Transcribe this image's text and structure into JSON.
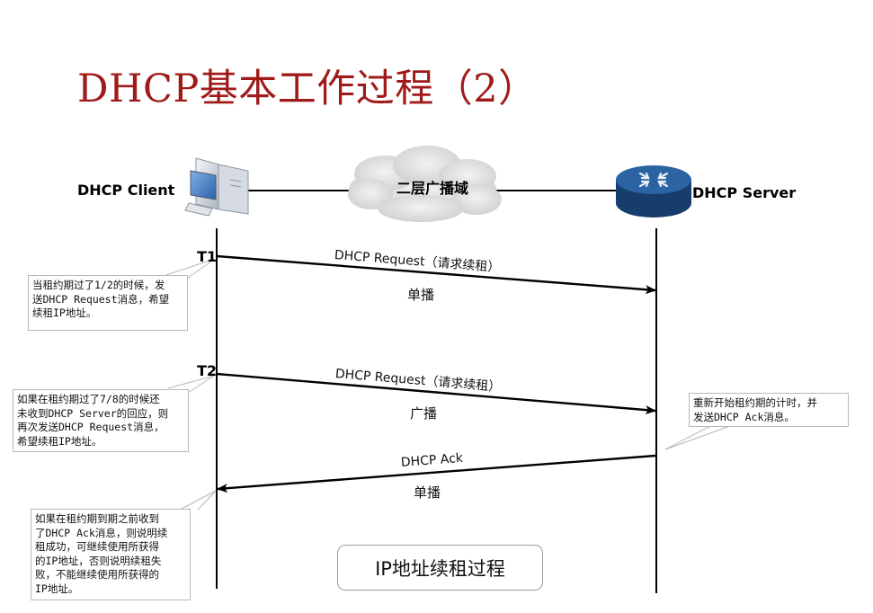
{
  "title": "DHCP基本工作过程（2）",
  "client": {
    "label": "DHCP Client"
  },
  "server": {
    "label": "DHCP Server"
  },
  "network": {
    "label": "二层广播域"
  },
  "times": {
    "t1": "T1",
    "t2": "T2"
  },
  "messages": [
    {
      "label": "DHCP Request（请求续租）",
      "cast": "单播"
    },
    {
      "label": "DHCP Request（请求续租）",
      "cast": "广播"
    },
    {
      "label": "DHCP Ack",
      "cast": "单播"
    }
  ],
  "notes": {
    "t1": [
      "当租约期过了1/2的时候，发",
      "送DHCP Request消息，希望",
      "续租IP地址。"
    ],
    "t2": [
      "如果在租约期过了7/8的时候还",
      "未收到DHCP Server的回应，则",
      "再次发送DHCP Request消息，",
      "希望续租IP地址。"
    ],
    "server": [
      "重新开始租约期的计时，并",
      "发送DHCP Ack消息。"
    ],
    "ack": [
      "如果在租约期到期之前收到",
      "了DHCP Ack消息，则说明续",
      "租成功，可继续使用所获得",
      "的IP地址，否则说明续租失",
      "败，不能继续使用所获得的",
      "IP地址。"
    ]
  },
  "caption": "IP地址续租过程",
  "colors": {
    "title": "#a01a1a",
    "router": "#1e4f86"
  }
}
